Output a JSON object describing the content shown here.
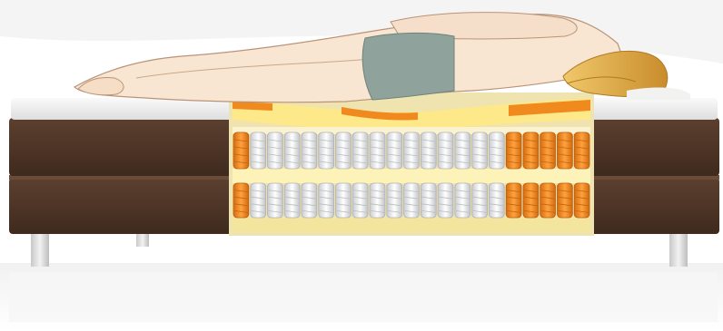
{
  "colors": {
    "background": "#ffffff",
    "bed_frame": "#4e3526",
    "bed_frame_dark": "#3b281c",
    "topper": "#f2f2f0",
    "foam_yellow": "#f3e6a0",
    "zone_orange": "#f08a1e",
    "spring_white": "#e9eaec",
    "skin": "#f8e6d2",
    "underwear": "#8fa39c",
    "hair": "#d9a441",
    "legs": "#d8d8d8"
  },
  "icons": {
    "subject": "side-sleeper-figure",
    "object": "pocket-spring-mattress-cutaway"
  },
  "coil_rows": [
    {
      "name": "upper-coil-row",
      "pattern": [
        "orange",
        "white",
        "white",
        "white",
        "white",
        "white",
        "white",
        "white",
        "white",
        "white",
        "white",
        "white",
        "white",
        "white",
        "white",
        "white",
        "orange",
        "orange",
        "orange",
        "orange",
        "orange"
      ]
    },
    {
      "name": "lower-coil-row",
      "pattern": [
        "orange",
        "white",
        "white",
        "white",
        "white",
        "white",
        "white",
        "white",
        "white",
        "white",
        "white",
        "white",
        "white",
        "white",
        "white",
        "white",
        "orange",
        "orange",
        "orange",
        "orange",
        "orange"
      ]
    }
  ]
}
